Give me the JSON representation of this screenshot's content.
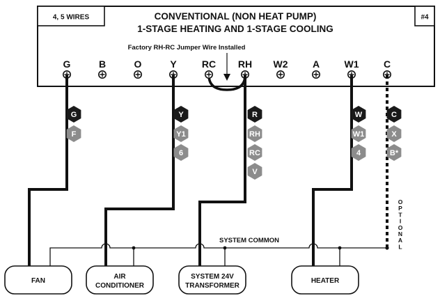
{
  "header": {
    "wires_label": "4, 5 WIRES",
    "diagram_number": "#4",
    "title_line1": "CONVENTIONAL (NON HEAT PUMP)",
    "title_line2": "1-STAGE HEATING AND 1-STAGE COOLING",
    "jumper_note": "Factory RH-RC Jumper Wire Installed"
  },
  "terminals": [
    "G",
    "B",
    "O",
    "Y",
    "RC",
    "RH",
    "W2",
    "A",
    "W1",
    "C"
  ],
  "wire_tags": {
    "g": {
      "main": "G",
      "alts": [
        "F"
      ]
    },
    "y": {
      "main": "Y",
      "alts": [
        "Y1",
        "6"
      ]
    },
    "r": {
      "main": "R",
      "alts": [
        "RH",
        "RC",
        "V"
      ]
    },
    "w": {
      "main": "W",
      "alts": [
        "W1",
        "4"
      ]
    },
    "c": {
      "main": "C",
      "alts": [
        "X",
        "B*"
      ]
    }
  },
  "system_common_label": "SYSTEM COMMON",
  "optional_label": "OPTIONAL",
  "loads": {
    "fan": "FAN",
    "ac_line1": "AIR",
    "ac_line2": "CONDITIONER",
    "transformer_line1": "SYSTEM 24V",
    "transformer_line2": "TRANSFORMER",
    "heater": "HEATER"
  },
  "colors": {
    "wire": "#111111",
    "badge_dark": "#1a1a1a",
    "badge_gray": "#8c8c8c"
  }
}
